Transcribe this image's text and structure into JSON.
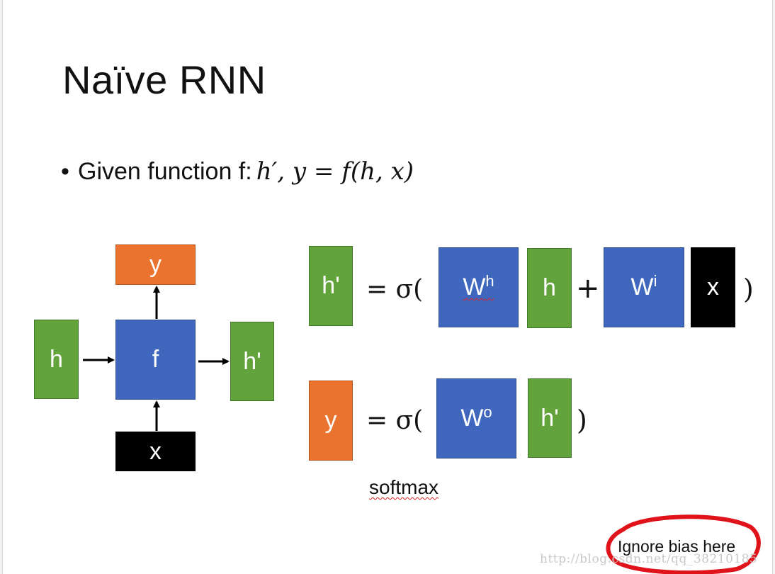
{
  "slide": {
    "title": "Naïve RNN",
    "bullet": {
      "text": "Given function f:",
      "formula": "h′, y = f(h, x)"
    }
  },
  "diagram": {
    "input_h": "h",
    "function_f": "f",
    "output_h_prime": "h'",
    "output_y": "y",
    "input_x": "x"
  },
  "equation_hidden": {
    "lhs": "h'",
    "equals_sigma": "= σ(",
    "weight_h_base": "W",
    "weight_h_sup": "h",
    "h": "h",
    "plus": "+",
    "weight_i_base": "W",
    "weight_i_sup": "i",
    "x": "x",
    "close": ")"
  },
  "equation_output": {
    "lhs": "y",
    "equals_sigma": "= σ(",
    "weight_o_base": "W",
    "weight_o_sup": "o",
    "h_prime": "h'",
    "close": ")",
    "activation": "softmax"
  },
  "annotation": {
    "note": "Ignore bias here",
    "circle_color": "#e0121a"
  },
  "watermark": "http://blog.csdn.net/qq_38210185",
  "colors": {
    "green": "#63a33c",
    "blue": "#3f67bd",
    "orange": "#ea7330",
    "black": "#000000"
  }
}
